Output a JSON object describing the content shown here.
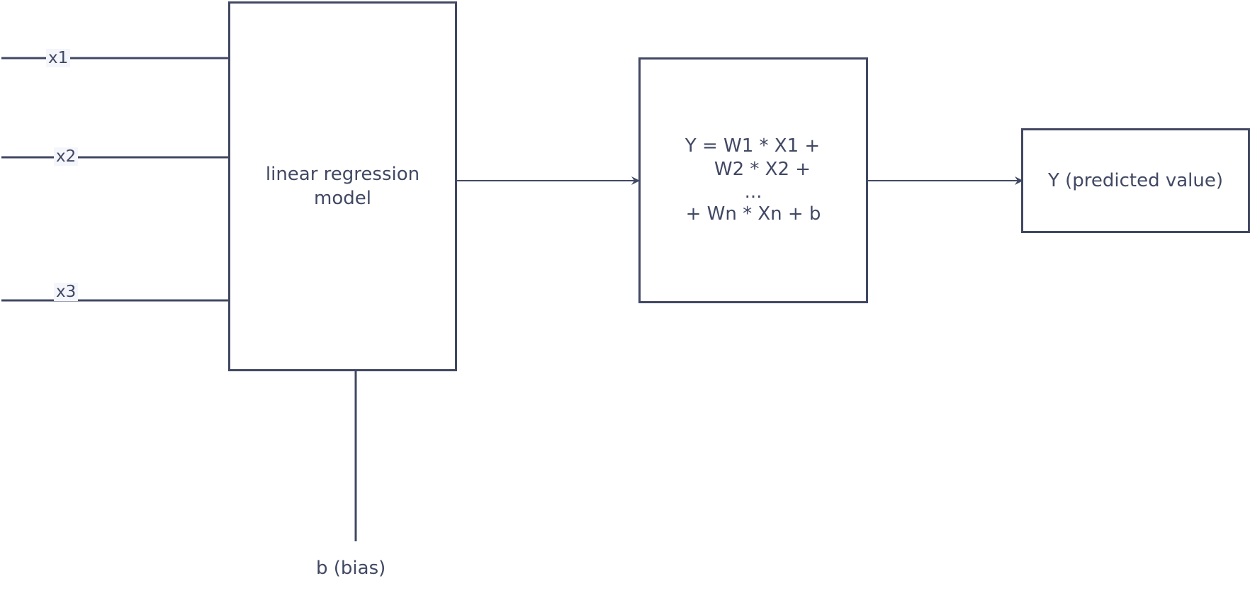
{
  "inputs": [
    {
      "label": "x1"
    },
    {
      "label": "x2"
    },
    {
      "label": "x3"
    }
  ],
  "model_box": {
    "label_line1": "linear regression",
    "label_line2": "model"
  },
  "formula_box": {
    "line1": "Y = W1 * X1 +",
    "line2": "W2 * X2 +",
    "line3": "...",
    "line4": "+ Wn * Xn + b"
  },
  "output_box": {
    "label": "Y (predicted value)"
  },
  "bias": {
    "label": "b (bias)"
  },
  "colors": {
    "stroke": "#414863",
    "label_background": "#f4f6fb"
  }
}
